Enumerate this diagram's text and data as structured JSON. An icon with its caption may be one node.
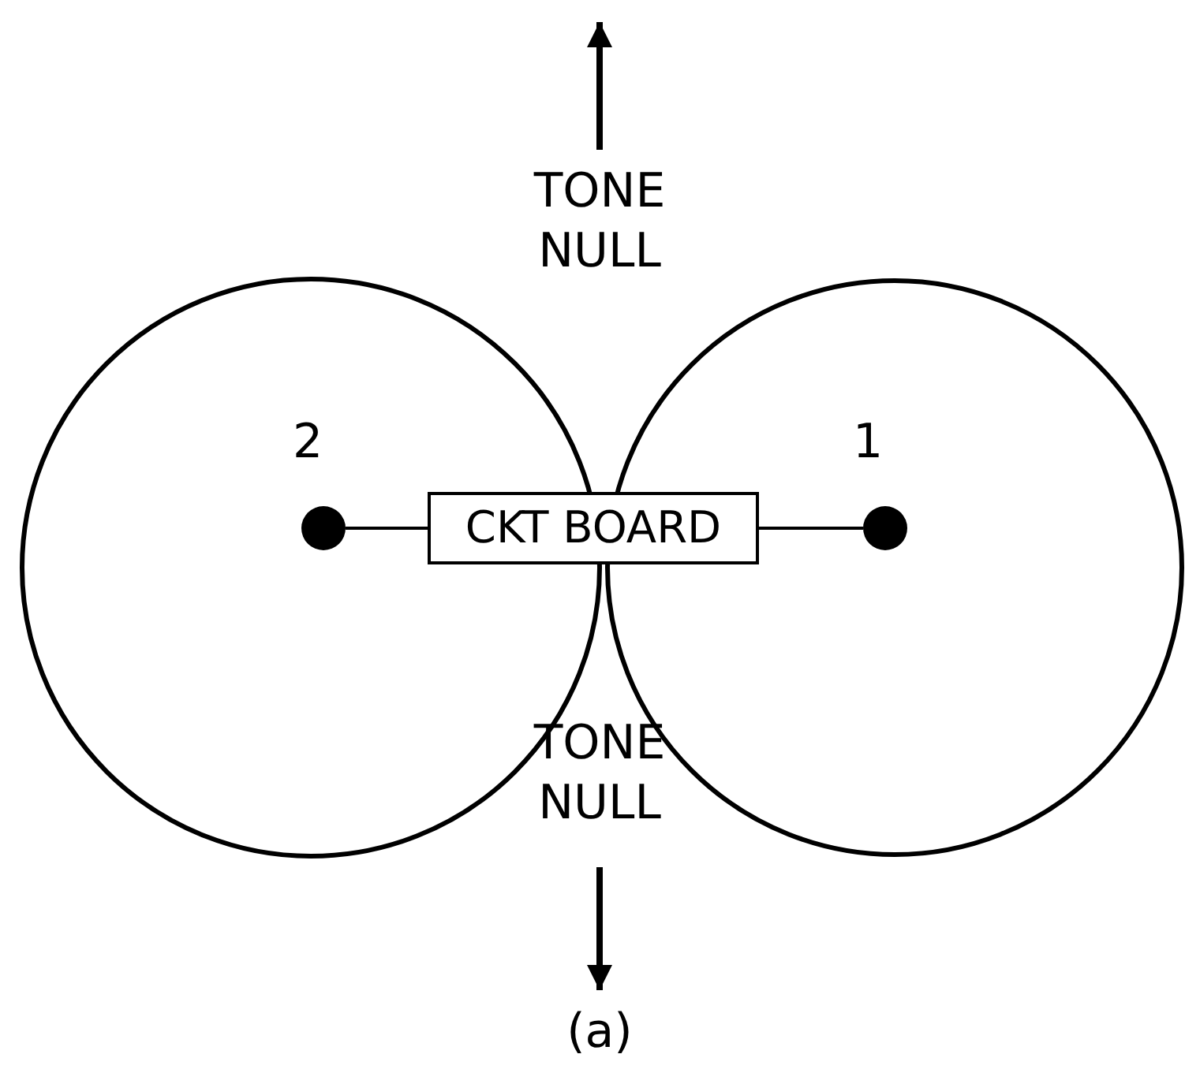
{
  "diagram": {
    "caption": "(a)",
    "nodes": [
      {
        "text": [],
        "shape": "circle",
        "beside": [
          "2"
        ]
      },
      {
        "text": [
          "CKT BOARD"
        ]
      },
      {
        "text": [],
        "shape": "circle",
        "beside": [
          "1"
        ]
      }
    ],
    "edges": [
      {
        "from": 0,
        "to": 1,
        "arrow": "none"
      },
      {
        "from": 1,
        "to": 2,
        "arrow": "none"
      }
    ],
    "labels": [
      "TONE NULL",
      "TONE NULL"
    ]
  }
}
